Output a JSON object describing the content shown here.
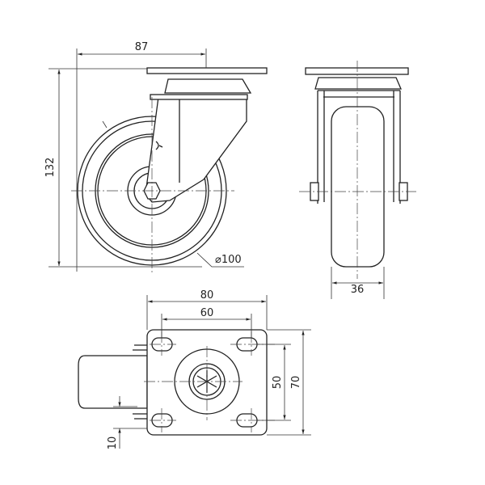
{
  "title": "Swivel castor technical drawing",
  "views": {
    "side": {
      "width_offset": "87",
      "height": "132",
      "wheel_diameter": "⌀100"
    },
    "front": {
      "wheel_width": "36"
    },
    "top": {
      "plate_width": "80",
      "hole_spacing_x": "60",
      "hole_spacing_y": "50",
      "plate_length": "70",
      "offset": "10"
    }
  },
  "colors": {
    "line": "#222222",
    "background": "#ffffff"
  }
}
